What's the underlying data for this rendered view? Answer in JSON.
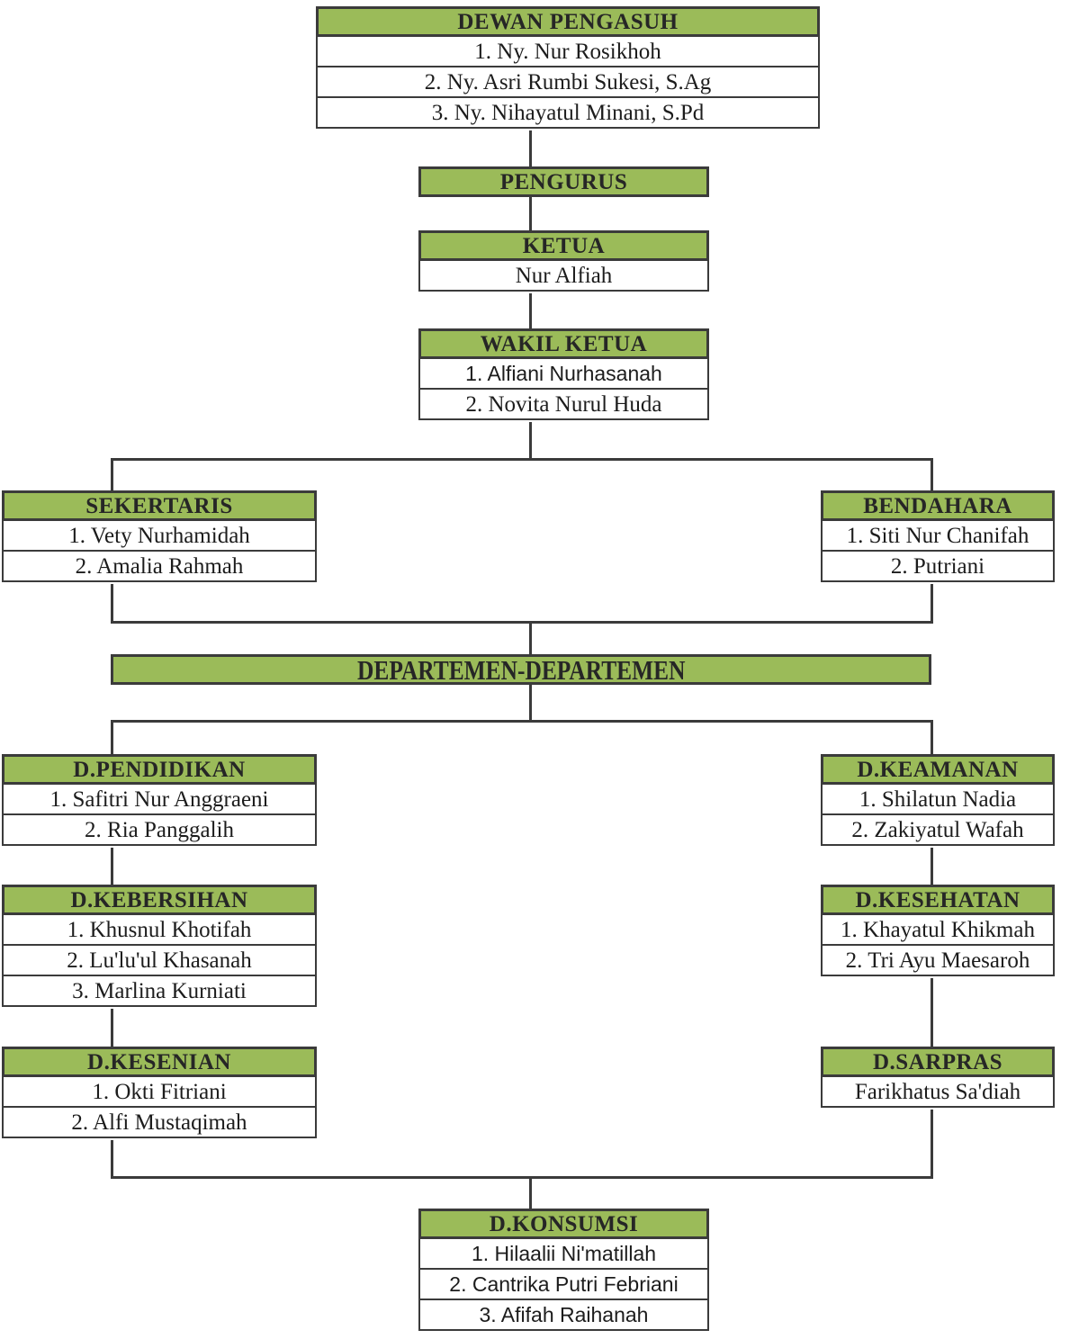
{
  "palette": {
    "green": "#9bbb59",
    "line": "#3b3b3b",
    "header_text": "#262626",
    "row_text": "#1c1c1c",
    "background": "#ffffff"
  },
  "chart": {
    "type": "org-chart",
    "nodes": [
      {
        "id": "dewan-pengasuh",
        "title": "DEWAN PENGASUH",
        "members": [
          "1. Ny. Nur Rosikhoh",
          "2. Ny. Asri Rumbi Sukesi, S.Ag",
          "3. Ny. Nihayatul Minani, S.Pd"
        ]
      },
      {
        "id": "pengurus",
        "title": "PENGURUS",
        "members": []
      },
      {
        "id": "ketua",
        "title": "KETUA",
        "members": [
          "Nur Alfiah"
        ]
      },
      {
        "id": "wakil-ketua",
        "title": "WAKIL KETUA",
        "members": [
          "1. Alfiani Nurhasanah",
          "2. Novita Nurul Huda"
        ]
      },
      {
        "id": "sekertaris",
        "title": "SEKERTARIS",
        "members": [
          "1. Vety Nurhamidah",
          "2. Amalia Rahmah"
        ]
      },
      {
        "id": "bendahara",
        "title": "BENDAHARA",
        "members": [
          "1. Siti Nur Chanifah",
          "2. Putriani"
        ]
      },
      {
        "id": "departemen",
        "title": "DEPARTEMEN-DEPARTEMEN",
        "members": []
      },
      {
        "id": "d-pendidikan",
        "title": "D.PENDIDIKAN",
        "members": [
          "1. Safitri Nur Anggraeni",
          "2. Ria Panggalih"
        ]
      },
      {
        "id": "d-keamanan",
        "title": "D.KEAMANAN",
        "members": [
          "1. Shilatun Nadia",
          "2. Zakiyatul Wafah"
        ]
      },
      {
        "id": "d-kebersihan",
        "title": "D.KEBERSIHAN",
        "members": [
          "1. Khusnul Khotifah",
          "2. Lu'lu'ul Khasanah",
          "3. Marlina Kurniati"
        ]
      },
      {
        "id": "d-kesehatan",
        "title": "D.KESEHATAN",
        "members": [
          "1. Khayatul Khikmah",
          "2. Tri Ayu Maesaroh"
        ]
      },
      {
        "id": "d-kesenian",
        "title": "D.KESENIAN",
        "members": [
          "1. Okti Fitriani",
          "2. Alfi Mustaqimah"
        ]
      },
      {
        "id": "d-sarpras",
        "title": "D.SARPRAS",
        "members": [
          "Farikhatus Sa'diah"
        ]
      },
      {
        "id": "d-konsumsi",
        "title": "D.KONSUMSI",
        "members": [
          "1. Hilaalii Ni'matillah",
          "2. Cantrika Putri Febriani",
          "3. Afifah Raihanah"
        ]
      }
    ]
  }
}
